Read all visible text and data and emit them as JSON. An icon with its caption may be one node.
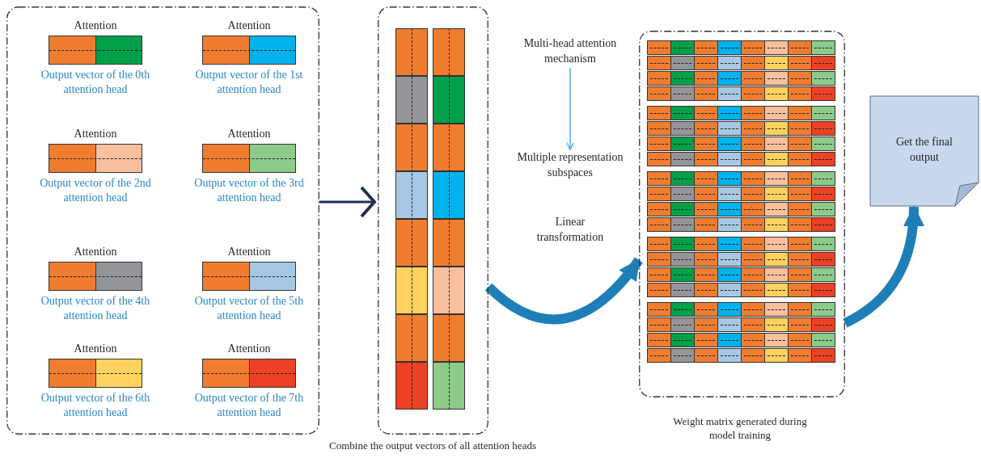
{
  "diagram": {
    "nodes": [
      {
        "text": [],
        "shape": "box"
      },
      {
        "text": [
          "Attention",
          "Output vector of the 0th attention head"
        ],
        "in": 0
      },
      {
        "text": [
          "Attention",
          "Output vector of the 1st attention head"
        ],
        "in": 0
      },
      {
        "text": [
          "Attention",
          "Output vector of the 2nd attention head"
        ],
        "in": 0
      },
      {
        "text": [
          "Attention",
          "Output vector of the 3rd attention head"
        ],
        "in": 0
      },
      {
        "text": [
          "Attention",
          "Output vector of the 4th attention head"
        ],
        "in": 0
      },
      {
        "text": [
          "Attention",
          "Output vector of the 5th attention head"
        ],
        "in": 0
      },
      {
        "text": [
          "Attention",
          "Output vector of the 6th attention head"
        ],
        "in": 0
      },
      {
        "text": [
          "Attention",
          "Output vector of the 7th attention head"
        ],
        "in": 0
      },
      {
        "text": [],
        "shape": "box",
        "beside": [
          "Combine the output vectors of all attention heads"
        ]
      },
      {
        "text": [
          "Multi-head attention mechanism"
        ]
      },
      {
        "text": [
          "Multiple representation subspaces"
        ]
      },
      {
        "text": [],
        "shape": "box",
        "beside": [
          "Weight matrix generated during model training"
        ]
      },
      {
        "text": [
          "Get the final output"
        ]
      }
    ],
    "edges": [
      {
        "from": 0,
        "to": 9,
        "arrow": "to",
        "color": "#1b3350"
      },
      {
        "from": 10,
        "to": 11,
        "arrow": "to",
        "color": "#29a9e0"
      },
      {
        "from": 9,
        "to": 12,
        "arrow": "to",
        "style": "thick",
        "color": "#1e7fb8"
      },
      {
        "from": 12,
        "to": 13,
        "arrow": "to",
        "style": "thick",
        "color": "#1e7fb8"
      }
    ],
    "labels": [
      "Linear transformation"
    ]
  }
}
